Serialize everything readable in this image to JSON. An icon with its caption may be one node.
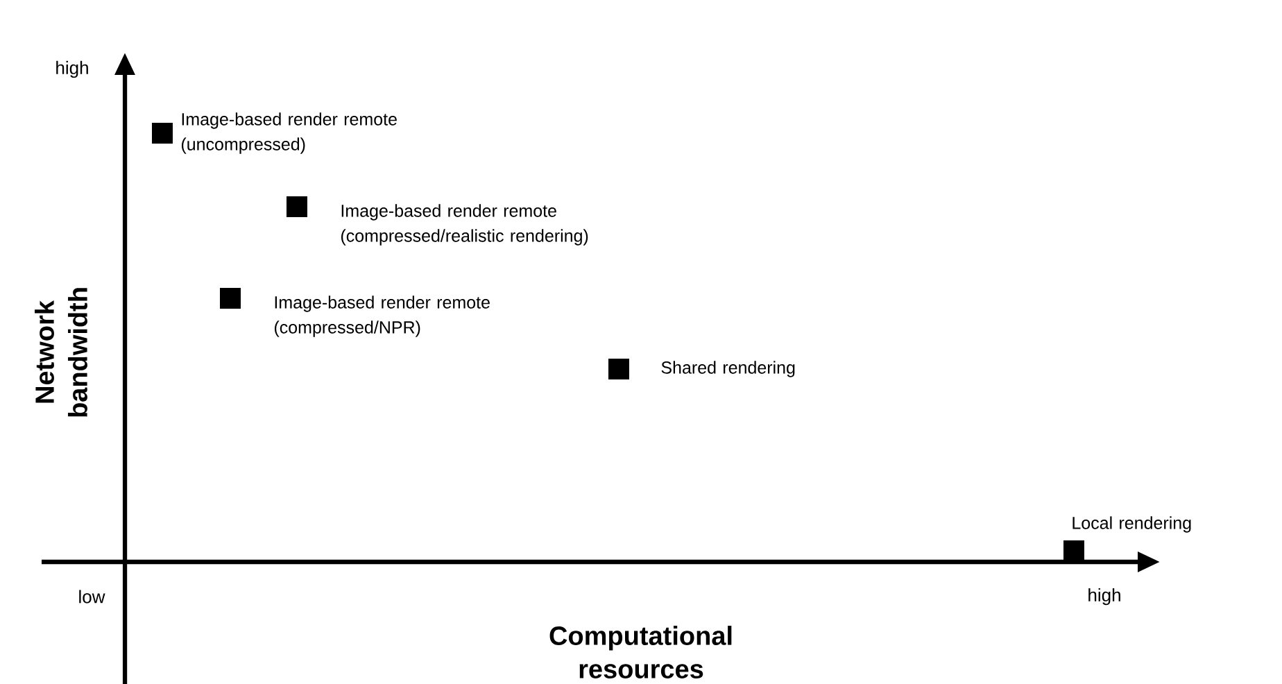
{
  "diagram": {
    "nodes": [
      {
        "text": [],
        "shape": "box",
        "beside": [
          "Image-based render remote (uncompressed)"
        ]
      },
      {
        "text": [],
        "shape": "box",
        "beside": [
          "Image-based render remote (compressed/realistic rendering)"
        ]
      },
      {
        "text": [],
        "shape": "box",
        "beside": [
          "Image-based render remote (compressed/NPR)"
        ]
      },
      {
        "text": [],
        "shape": "box",
        "beside": [
          "Shared rendering"
        ]
      },
      {
        "text": [],
        "shape": "box",
        "beside": [
          "Local rendering"
        ]
      }
    ],
    "labels": [
      "high",
      "Network bandwidth",
      "low",
      "high",
      "Computational resources"
    ]
  }
}
